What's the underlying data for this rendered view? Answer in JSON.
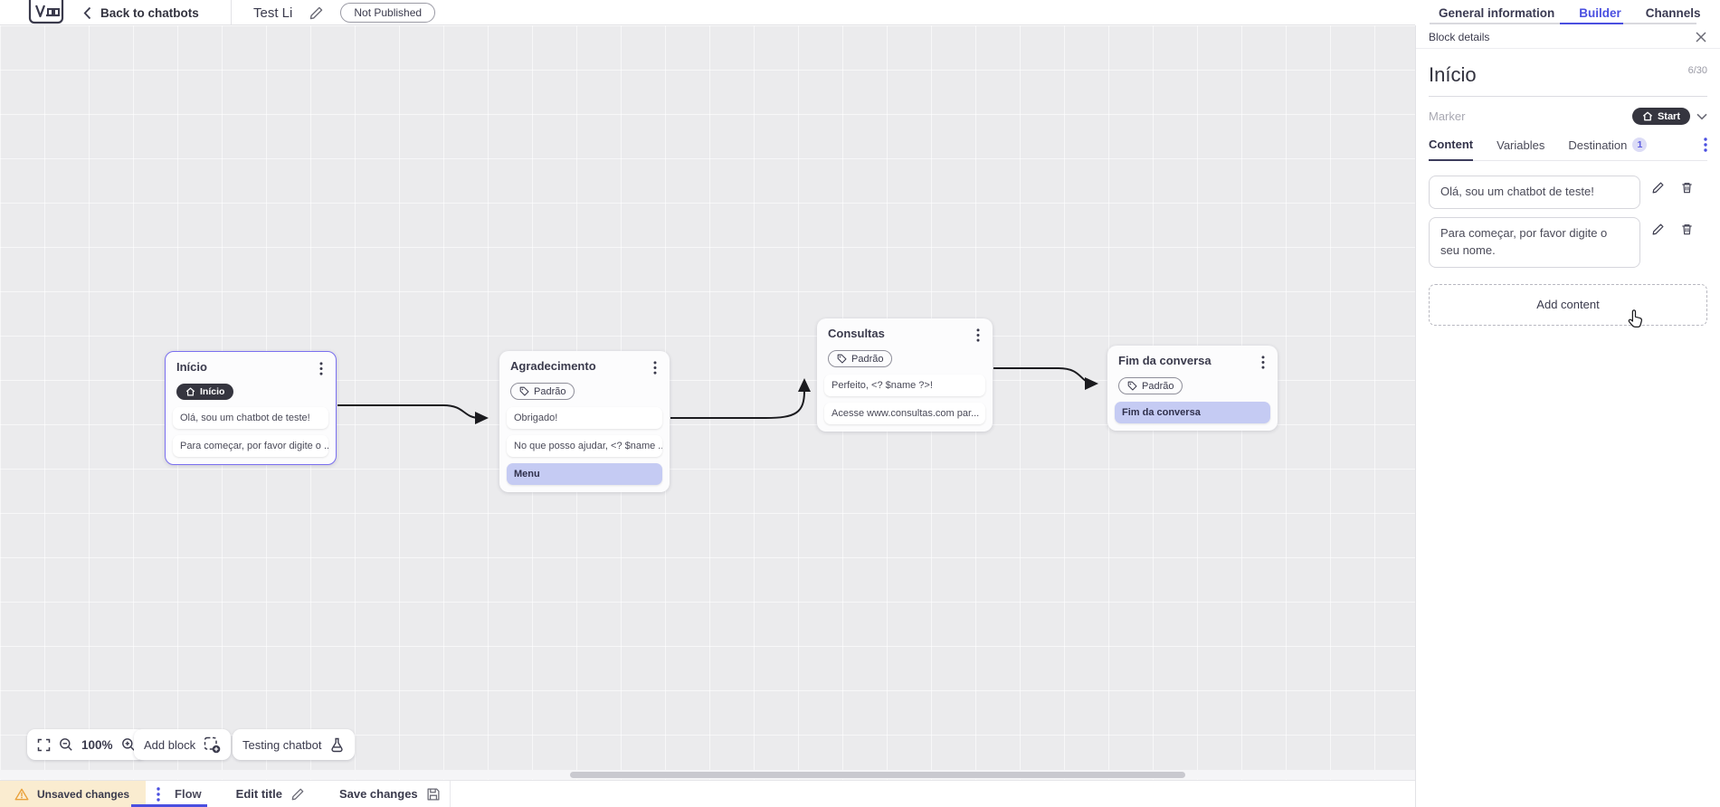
{
  "topbar": {
    "back_label": "Back to chatbots",
    "title": "Test Li",
    "status": "Not Published",
    "tabs": {
      "general": "General information",
      "builder": "Builder",
      "channels": "Channels"
    }
  },
  "panel": {
    "header_title": "Block details",
    "block_name": "Início",
    "counter": "6/30",
    "marker_label": "Marker",
    "marker_value": "Start",
    "tabs": {
      "content": "Content",
      "variables": "Variables",
      "destination": "Destination",
      "destination_badge": "1"
    },
    "messages": {
      "first": "Olá, sou um chatbot de teste!",
      "second": "Para começar, por favor digite o seu nome."
    },
    "add_content": "Add content"
  },
  "canvas": {
    "nodes": [
      {
        "title": "Início",
        "tag": "Início",
        "cards": [
          "Olá, sou um chatbot de teste!",
          "Para começar, por favor digite o ..."
        ]
      },
      {
        "title": "Agradecimento",
        "tag": "Padrão",
        "cards": [
          "Obrigado!",
          "No que posso ajudar, <? $name ...",
          "Menu"
        ]
      },
      {
        "title": "Consultas",
        "tag": "Padrão",
        "cards": [
          "Perfeito, <? $name ?>!",
          "Acesse www.consultas.com par..."
        ]
      },
      {
        "title": "Fim da conversa",
        "tag": "Padrão",
        "cards": [
          "Fim da conversa"
        ]
      }
    ],
    "controls": {
      "zoom_level": "100%",
      "add_block": "Add block",
      "testing_chatbot": "Testing chatbot"
    }
  },
  "bottombar": {
    "unsaved": "Unsaved changes",
    "flow_tab": "Flow",
    "edit_title": "Edit title",
    "save_changes": "Save changes"
  },
  "colors": {
    "accent": "#4a4fe0",
    "selected_border": "#7a6ff0",
    "dark_pill": "#35353f",
    "highlight_card": "#c5cbf3",
    "warning_bg": "#faecd0",
    "edge": "#1b1b1f"
  }
}
